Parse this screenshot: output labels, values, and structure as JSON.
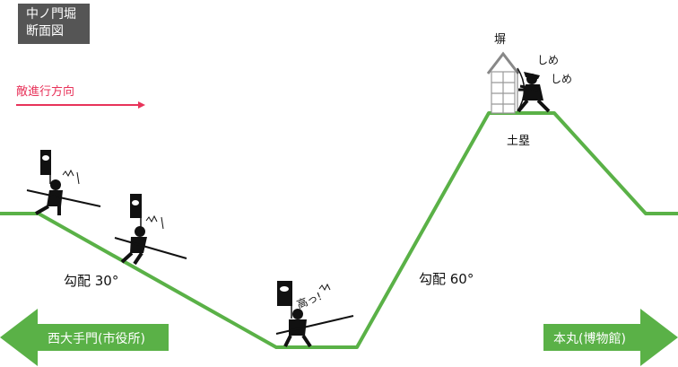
{
  "title": {
    "line1": "中ノ門堀",
    "line2": "断面図"
  },
  "enemy_direction": {
    "label": "敵進行方向",
    "color": "#e8335a"
  },
  "labels": {
    "wall": "塀",
    "embankment": "土塁",
    "slope_left": "勾配 30°",
    "slope_right": "勾配 60°"
  },
  "speech": {
    "soldier_moat": "高っ!",
    "archer": [
      "しめ",
      "しめ"
    ]
  },
  "nav": {
    "left": "西大手門(市役所)",
    "right": "本丸(博物館)"
  },
  "colors": {
    "ground": "#5ab147",
    "nav": "#5ab147",
    "ink": "#111111"
  },
  "icons": [
    "banner-icon",
    "spear-icon",
    "bow-icon",
    "excitement-mark-icon",
    "arrow-right-icon"
  ]
}
